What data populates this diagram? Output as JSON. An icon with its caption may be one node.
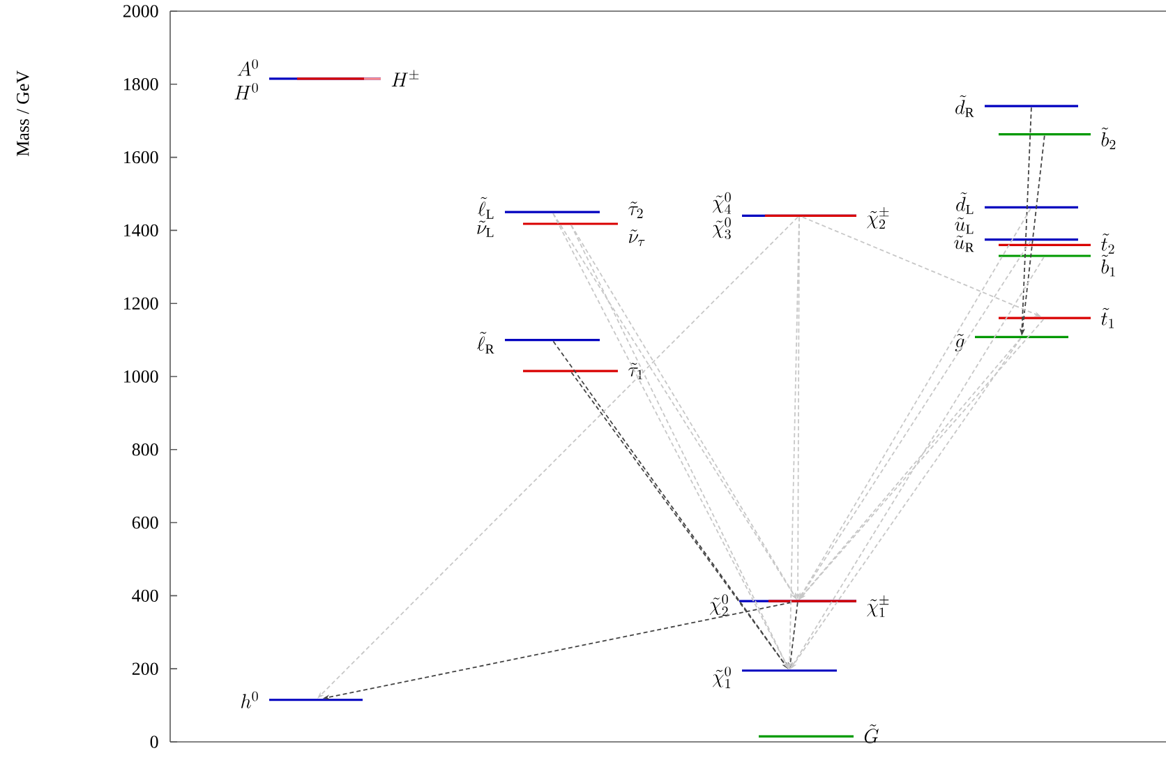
{
  "diagram": {
    "nodes": [
      {
        "text": [
          "h^0"
        ]
      },
      {
        "text": [
          "A^0",
          "H^0",
          "H^\\pm"
        ]
      },
      {
        "text": [
          "\\tilde{\\ell}_\\mathrm{L}",
          "\\tilde{\\nu}_\\mathrm{L}"
        ]
      },
      {
        "text": [
          "\\tilde{\\tau}_2",
          "\\tilde{\\nu}_\\tau"
        ]
      },
      {
        "text": [
          "\\tilde{\\ell}_\\mathrm{R}"
        ]
      },
      {
        "text": [
          "\\tilde{\\tau}_1"
        ]
      },
      {
        "text": [
          "\\tilde{\\chi}^0_4",
          "\\tilde{\\chi}^0_3",
          "\\tilde{\\chi}^\\pm_2"
        ]
      },
      {
        "text": [
          "\\tilde{\\chi}^0_2",
          "\\tilde{\\chi}^\\pm_1"
        ]
      },
      {
        "text": [
          "\\tilde{\\chi}^0_1"
        ]
      },
      {
        "text": [
          "\\tilde{G}"
        ]
      },
      {
        "text": [
          "\\tilde{d}_\\mathrm{R}"
        ]
      },
      {
        "text": [
          "\\tilde{b}_2"
        ]
      },
      {
        "text": [
          "\\tilde{d}_\\mathrm{L}"
        ]
      },
      {
        "text": [
          "\\tilde{u}_\\mathrm{L}",
          "\\tilde{u}_\\mathrm{R}"
        ]
      },
      {
        "text": [
          "\\tilde{t}_2"
        ]
      },
      {
        "text": [
          "\\tilde{b}_1"
        ]
      },
      {
        "text": [
          "\\tilde{t}_1"
        ]
      },
      {
        "text": [
          "\\tilde{g}"
        ]
      }
    ],
    "edges": [
      {
        "from": 7,
        "to": 0,
        "arrow": "to",
        "style": "dashed",
        "color": "#444444"
      },
      {
        "from": 4,
        "to": 8,
        "arrow": "to",
        "style": "dashed",
        "color": "#444444"
      },
      {
        "from": 5,
        "to": 8,
        "arrow": "to",
        "style": "dashed",
        "color": "#444444"
      },
      {
        "from": 7,
        "to": 8,
        "arrow": "to",
        "style": "dashed",
        "color": "#444444"
      },
      {
        "from": 10,
        "to": 17,
        "arrow": "to",
        "style": "dashed",
        "color": "#444444"
      },
      {
        "from": 11,
        "to": 17,
        "arrow": "to",
        "style": "dashed",
        "color": "#444444"
      },
      {
        "from": 2,
        "to": 7,
        "arrow": "to",
        "style": "dashed"
      },
      {
        "from": 3,
        "to": 7,
        "arrow": "to",
        "style": "dashed"
      },
      {
        "from": 2,
        "to": 8,
        "arrow": "to",
        "style": "dashed"
      },
      {
        "from": 3,
        "to": 8,
        "arrow": "to",
        "style": "dashed"
      },
      {
        "from": 6,
        "to": 7,
        "arrow": "to",
        "style": "dashed"
      },
      {
        "from": 6,
        "to": 8,
        "arrow": "to",
        "style": "dashed"
      },
      {
        "from": 6,
        "to": 0,
        "arrow": "to",
        "style": "dashed"
      },
      {
        "from": 6,
        "to": 16,
        "arrow": "to",
        "style": "dashed"
      },
      {
        "from": 17,
        "to": 7,
        "arrow": "to",
        "style": "dashed"
      },
      {
        "from": 17,
        "to": 8,
        "arrow": "to",
        "style": "dashed"
      },
      {
        "from": 13,
        "to": 7,
        "arrow": "to",
        "style": "dashed"
      },
      {
        "from": 12,
        "to": 7,
        "arrow": "to",
        "style": "dashed"
      },
      {
        "from": 16,
        "to": 7,
        "arrow": "to",
        "style": "dashed"
      },
      {
        "from": 15,
        "to": 8,
        "arrow": "to",
        "style": "dashed"
      }
    ],
    "labels": [
      "Mass / GeV",
      "0",
      "200",
      "400",
      "600",
      "800",
      "1000",
      "1200",
      "1400",
      "1600",
      "1800",
      "2000"
    ]
  }
}
